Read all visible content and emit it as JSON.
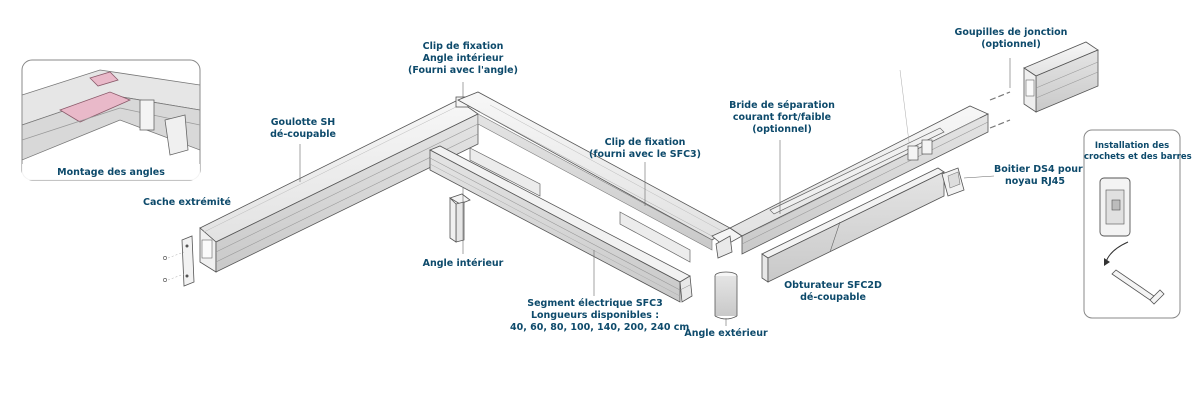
{
  "labels": {
    "montage": "Montage des angles",
    "cache": "Cache extrémité",
    "goulotte": [
      "Goulotte SH",
      "dé-coupable"
    ],
    "clip_angle": [
      "Clip de fixation",
      "Angle intérieur",
      "(Fourni avec l'angle)"
    ],
    "angle_int": "Angle intérieur",
    "clip_sfc3": [
      "Clip de fixation",
      "(fourni avec le SFC3)"
    ],
    "segment": [
      "Segment électrique SFC3",
      "Longueurs disponibles :",
      "40, 60, 80, 100, 140, 200, 240 cm"
    ],
    "angle_ext": "Angle extérieur",
    "bride": [
      "Bride de séparation",
      "courant fort/faible",
      "(optionnel)"
    ],
    "obturateur": [
      "Obturateur SFC2D",
      "dé-coupable"
    ],
    "goupilles": [
      "Goupilles de jonction",
      "(optionnel)"
    ],
    "boitier": [
      "Boitier DS4 pour",
      "noyau RJ45"
    ],
    "installation": [
      "Installation des",
      "crochets et des barres"
    ]
  },
  "colors": {
    "label": "#0d4a6b",
    "line": "#555555",
    "profile_light": "#eeeeee",
    "profile_mid": "#cfcfcf",
    "accent_pink": "#e9b9c9"
  }
}
